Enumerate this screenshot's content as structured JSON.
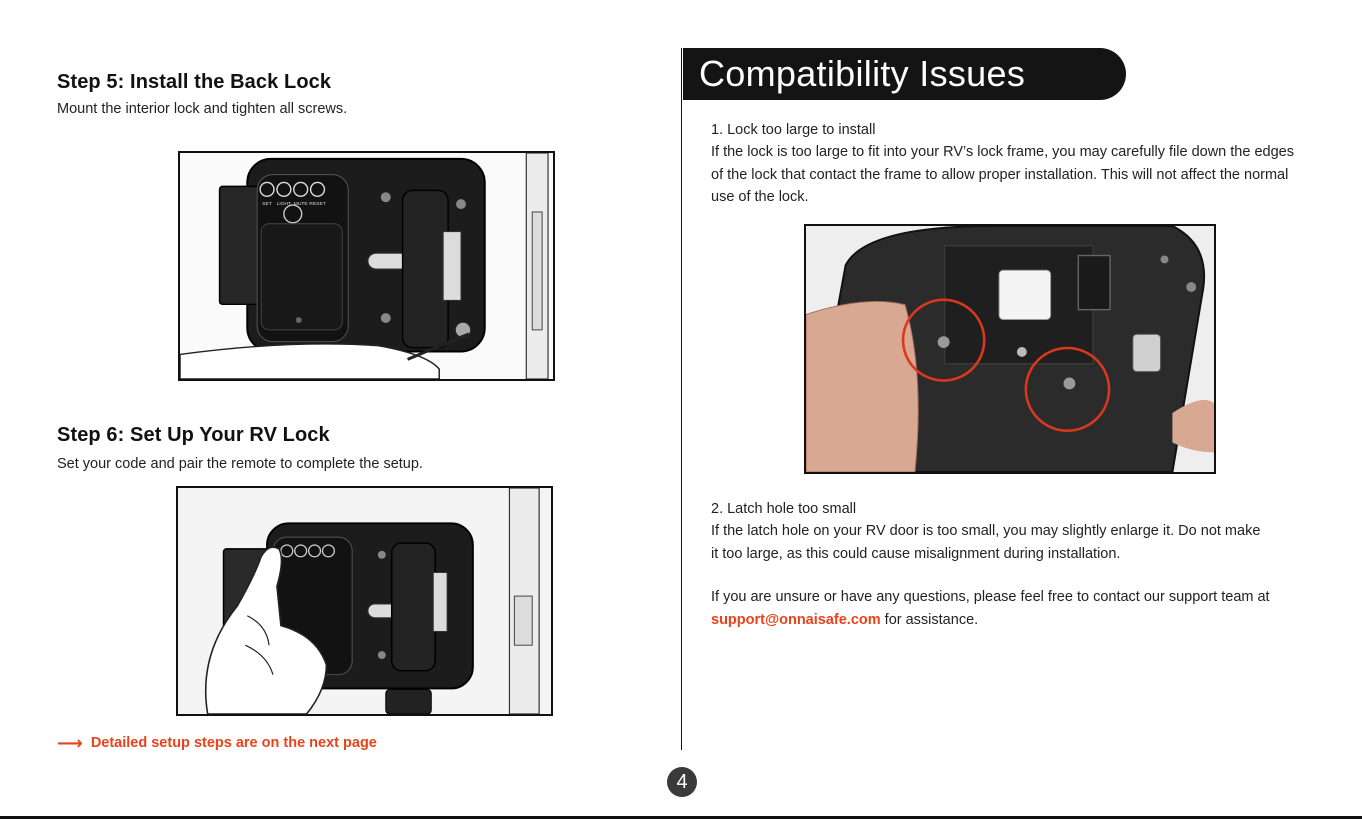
{
  "left": {
    "step5": {
      "title": "Step 5: Install the Back Lock",
      "desc": "Mount the interior lock and tighten all screws."
    },
    "step6": {
      "title": "Step 6: Set Up Your RV Lock",
      "desc": "Set your code and pair the remote to complete the setup."
    },
    "next_note": {
      "arrow": "⟶",
      "text": "Detailed setup steps are on the next page"
    },
    "lock_button_labels": [
      "SET",
      "LIGHT",
      "MUTE",
      "RESET"
    ]
  },
  "right": {
    "banner_title": "Compatibility Issues",
    "issue1": {
      "heading": "1. Lock too large to install",
      "body": "If the lock is too large to fit into your RV’s lock frame, you may carefully file down the edges of the lock that contact the frame to allow proper installation. This will not affect the normal use of the lock."
    },
    "issue2": {
      "heading": "2. Latch hole too small",
      "body": "If the latch hole on your RV door is too small, you may slightly enlarge it. Do not make it too large, as this could cause misalignment during installation."
    },
    "contact": {
      "prefix": "If you are unsure or have any questions, please feel free to contact our support team at",
      "email": "support@onnaisafe.com",
      "suffix": "for assistance."
    }
  },
  "page_number": "4",
  "colors": {
    "accent": "#e8431b",
    "banner_bg": "#141414",
    "circle_highlight": "#d9381e"
  }
}
